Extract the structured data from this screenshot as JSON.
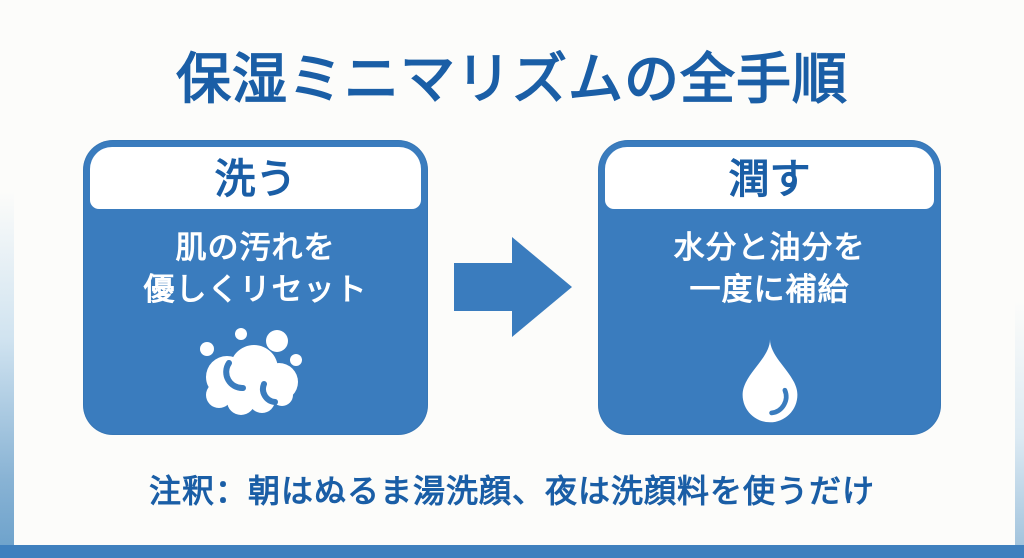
{
  "page": {
    "title": "保湿ミニマリズムの全手順",
    "note": "注釈：朝はぬるま湯洗顔、夜は洗顔料を使うだけ"
  },
  "cards": [
    {
      "id": "wash",
      "header": "洗う",
      "body_line1": "肌の汚れを",
      "body_line2": "優しくリセット",
      "icon": "soap-foam-icon"
    },
    {
      "id": "moisturize",
      "header": "潤す",
      "body_line1": "水分と油分を",
      "body_line2": "一度に補給",
      "icon": "water-drop-icon"
    }
  ],
  "flow": {
    "arrow_icon": "arrow-right-icon"
  },
  "colors": {
    "primary_blue": "#3A7CBE",
    "dark_blue_text": "#1A5EA6",
    "bottom_band_blue": "#3F80BE",
    "card_text_white": "#FFFFFF",
    "background": "#FCFCFA"
  }
}
